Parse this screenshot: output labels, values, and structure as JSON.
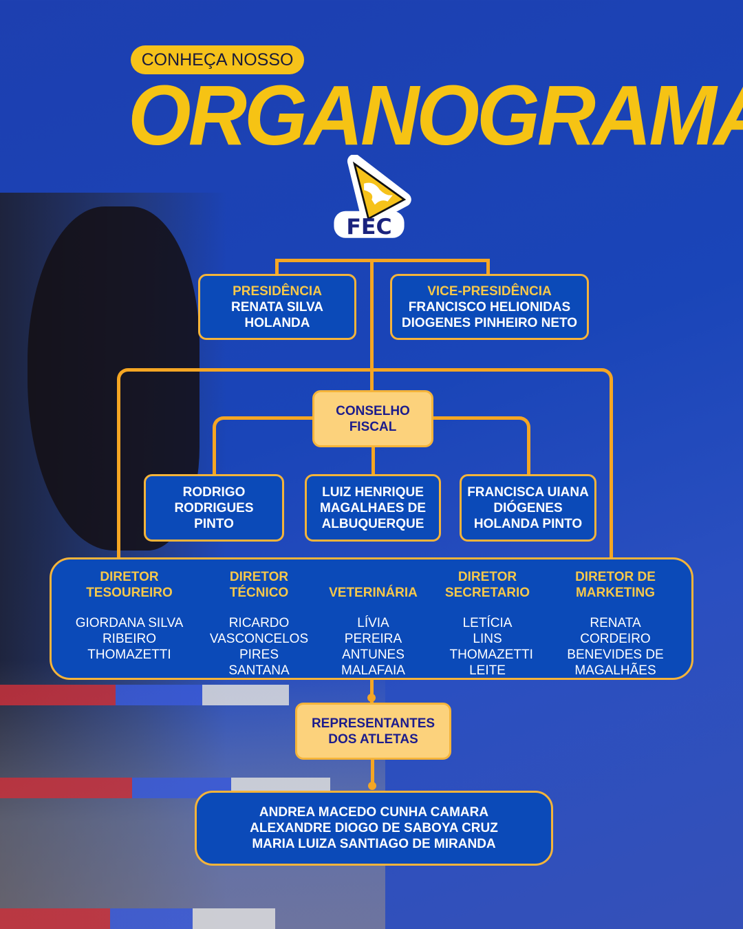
{
  "header": {
    "pill": "CONHEÇA NOSSO",
    "title": "ORGANOGRAMA"
  },
  "logo": {
    "text": "FEC"
  },
  "presidencia": {
    "title": "PRESIDÊNCIA",
    "name": "RENATA SILVA HOLANDA"
  },
  "vice": {
    "title": "VICE-PRESIDÊNCIA",
    "name_1": "FRANCISCO HELIONIDAS",
    "name_2": "DIOGENES PINHEIRO NETO"
  },
  "conselho": {
    "title": "CONSELHO FISCAL",
    "members": [
      "RODRIGO RODRIGUES PINTO",
      "LUIZ HENRIQUE MAGALHAES DE ALBUQUERQUE",
      "FRANCISCA UIANA DIÓGENES HOLANDA PINTO"
    ]
  },
  "diretoria": [
    {
      "role": "DIRETOR TESOUREIRO",
      "name": "GIORDANA SILVA RIBEIRO THOMAZETTI"
    },
    {
      "role": "DIRETOR TÉCNICO",
      "name": "RICARDO VASCONCELOS PIRES SANTANA"
    },
    {
      "role": "VETERINÁRIA",
      "name": "LÍVIA PEREIRA ANTUNES MALAFAIA"
    },
    {
      "role": "DIRETOR SECRETARIO",
      "name": "LETÍCIA LINS THOMAZETTI LEITE"
    },
    {
      "role": "DIRETOR DE MARKETING",
      "name": "RENATA CORDEIRO BENEVIDES DE MAGALHÃES"
    }
  ],
  "representantes": {
    "title": "REPRESENTANTES DOS ATLETAS",
    "names": [
      "ANDREA MACEDO CUNHA CAMARA",
      "ALEXANDRE DIOGO DE SABOYA CRUZ",
      "MARIA LUIZA SANTIAGO DE MIRANDA"
    ]
  },
  "colors": {
    "accent": "#f6c314",
    "line": "#f5a623",
    "box": "#0b4ab8"
  }
}
